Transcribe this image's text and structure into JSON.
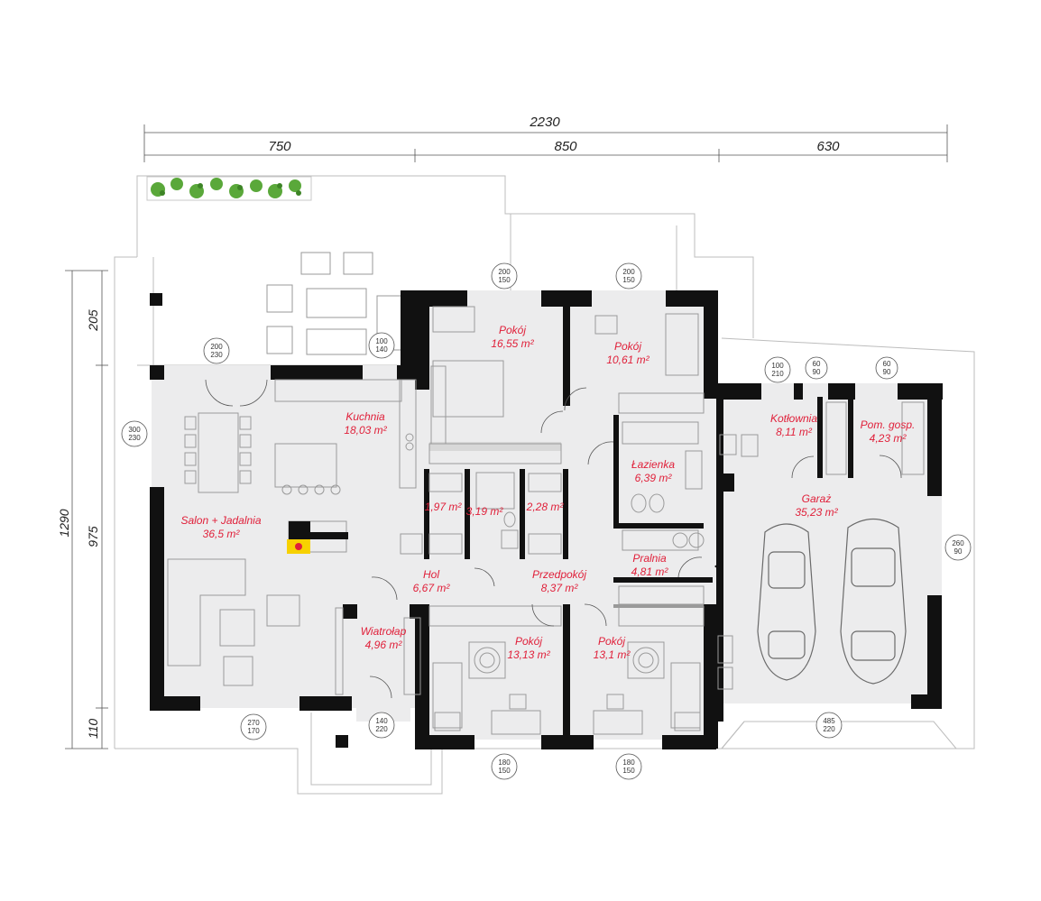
{
  "dimensions": {
    "total_width": "2230",
    "segments": [
      "750",
      "850",
      "630"
    ],
    "total_height": "1290",
    "vertical_segments": [
      "205",
      "975",
      "110"
    ]
  },
  "rooms": [
    {
      "name": "Salon + Jadalnia",
      "area": "36,5 m²"
    },
    {
      "name": "Kuchnia",
      "area": "18,03 m²"
    },
    {
      "name": "Pokój",
      "area": "16,55 m²"
    },
    {
      "name": "Pokój",
      "area": "10,61 m²"
    },
    {
      "name": "Łazienka",
      "area": "6,39 m²"
    },
    {
      "name": "",
      "area": "1,97 m²"
    },
    {
      "name": "",
      "area": "3,19 m²"
    },
    {
      "name": "",
      "area": "2,28 m²"
    },
    {
      "name": "Hol",
      "area": "6,67 m²"
    },
    {
      "name": "Przedpokój",
      "area": "8,37 m²"
    },
    {
      "name": "Pralnia",
      "area": "4,81 m²"
    },
    {
      "name": "Wiatrołap",
      "area": "4,96 m²"
    },
    {
      "name": "Pokój",
      "area": "13,13 m²"
    },
    {
      "name": "Pokój",
      "area": "13,1 m²"
    },
    {
      "name": "Kotłownia",
      "area": "8,11 m²"
    },
    {
      "name": "Pom. gosp.",
      "area": "4,23 m²"
    },
    {
      "name": "Garaż",
      "area": "35,23 m²"
    }
  ],
  "openings": [
    {
      "w": "200",
      "h": "150"
    },
    {
      "w": "200",
      "h": "150"
    },
    {
      "w": "200",
      "h": "230"
    },
    {
      "w": "100",
      "h": "140"
    },
    {
      "w": "300",
      "h": "230"
    },
    {
      "w": "100",
      "h": "210"
    },
    {
      "w": "60",
      "h": "90"
    },
    {
      "w": "60",
      "h": "90"
    },
    {
      "w": "260",
      "h": "90"
    },
    {
      "w": "270",
      "h": "170"
    },
    {
      "w": "140",
      "h": "220"
    },
    {
      "w": "180",
      "h": "150"
    },
    {
      "w": "180",
      "h": "150"
    },
    {
      "w": "485",
      "h": "220"
    }
  ],
  "colors": {
    "label": "#e0203a",
    "wall": "#111111",
    "floor": "#ececed",
    "plants": "#5aa83a"
  }
}
